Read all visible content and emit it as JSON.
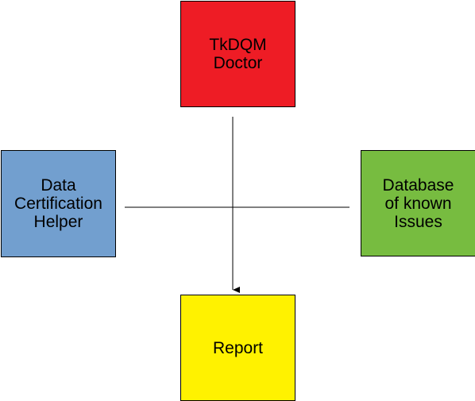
{
  "diagram": {
    "nodes": {
      "top": {
        "label": "TkDQM\nDoctor",
        "color": "#ee1c25"
      },
      "left": {
        "label": "Data\nCertification\nHelper",
        "color": "#729fcf"
      },
      "right": {
        "label": "Database\nof known\nIssues",
        "color": "#77bc40"
      },
      "bottom": {
        "label": "Report",
        "color": "#fff200"
      }
    },
    "edges": [
      {
        "from": "top",
        "to": "bottom",
        "arrow": true
      },
      {
        "from": "left",
        "to": "right",
        "arrow": false
      }
    ]
  }
}
